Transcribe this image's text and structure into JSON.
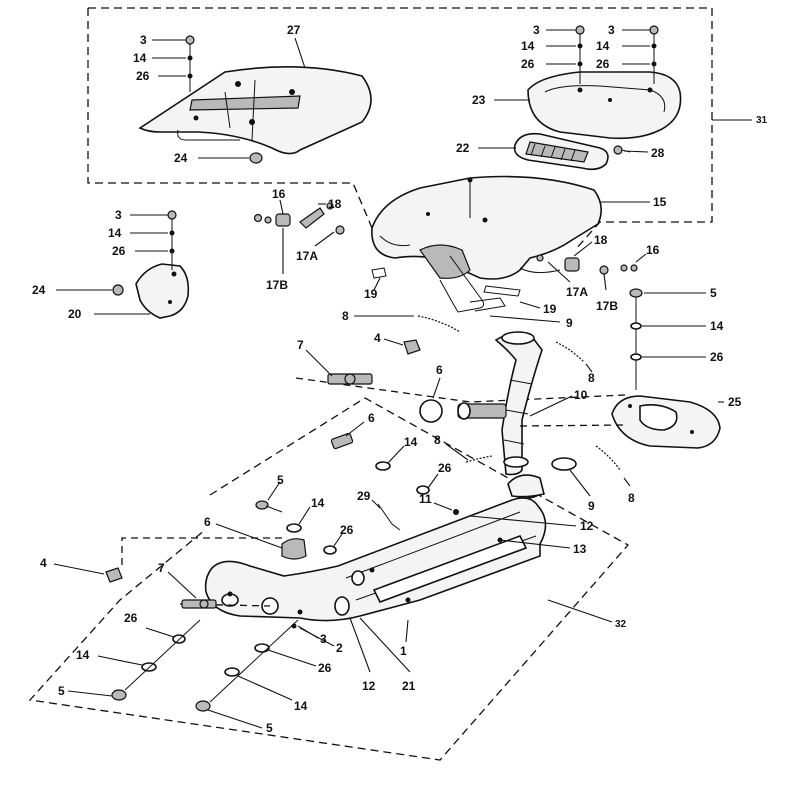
{
  "diagram": {
    "title": "Exhaust system exploded parts view",
    "groups": [
      {
        "id": "31",
        "label": "31"
      },
      {
        "id": "32",
        "label": "32"
      }
    ],
    "callouts": [
      {
        "key": "c27",
        "label": "27"
      },
      {
        "key": "c3a",
        "label": "3"
      },
      {
        "key": "c14a",
        "label": "14"
      },
      {
        "key": "c26a",
        "label": "26"
      },
      {
        "key": "c24a",
        "label": "24"
      },
      {
        "key": "c3b",
        "label": "3"
      },
      {
        "key": "c14b",
        "label": "14"
      },
      {
        "key": "c26b",
        "label": "26"
      },
      {
        "key": "c3c",
        "label": "3"
      },
      {
        "key": "c14c",
        "label": "14"
      },
      {
        "key": "c26c",
        "label": "26"
      },
      {
        "key": "c23",
        "label": "23"
      },
      {
        "key": "c22",
        "label": "22"
      },
      {
        "key": "c28",
        "label": "28"
      },
      {
        "key": "c15",
        "label": "15"
      },
      {
        "key": "c16a",
        "label": "16"
      },
      {
        "key": "c18a",
        "label": "18"
      },
      {
        "key": "c17Aa",
        "label": "17A"
      },
      {
        "key": "c17Ba",
        "label": "17B"
      },
      {
        "key": "c3d",
        "label": "3"
      },
      {
        "key": "c14d",
        "label": "14"
      },
      {
        "key": "c26d",
        "label": "26"
      },
      {
        "key": "c24b",
        "label": "24"
      },
      {
        "key": "c20",
        "label": "20"
      },
      {
        "key": "c19a",
        "label": "19"
      },
      {
        "key": "c18b",
        "label": "18"
      },
      {
        "key": "c16b",
        "label": "16"
      },
      {
        "key": "c17Ab",
        "label": "17A"
      },
      {
        "key": "c17Bb",
        "label": "17B"
      },
      {
        "key": "c19b",
        "label": "19"
      },
      {
        "key": "c9a",
        "label": "9"
      },
      {
        "key": "c5a",
        "label": "5"
      },
      {
        "key": "c14e",
        "label": "14"
      },
      {
        "key": "c26e",
        "label": "26"
      },
      {
        "key": "c8a",
        "label": "8"
      },
      {
        "key": "c4a",
        "label": "4"
      },
      {
        "key": "c7a",
        "label": "7"
      },
      {
        "key": "c6a",
        "label": "6"
      },
      {
        "key": "c8b",
        "label": "8"
      },
      {
        "key": "c10",
        "label": "10"
      },
      {
        "key": "c25",
        "label": "25"
      },
      {
        "key": "c6b",
        "label": "6"
      },
      {
        "key": "c14f",
        "label": "14"
      },
      {
        "key": "c8c",
        "label": "8"
      },
      {
        "key": "c26f",
        "label": "26"
      },
      {
        "key": "c5b",
        "label": "5"
      },
      {
        "key": "c14g",
        "label": "14"
      },
      {
        "key": "c29",
        "label": "29"
      },
      {
        "key": "c11",
        "label": "11"
      },
      {
        "key": "c9b",
        "label": "9"
      },
      {
        "key": "c8d",
        "label": "8"
      },
      {
        "key": "c6c",
        "label": "6"
      },
      {
        "key": "c26g",
        "label": "26"
      },
      {
        "key": "c12a",
        "label": "12"
      },
      {
        "key": "c13",
        "label": "13"
      },
      {
        "key": "c4b",
        "label": "4"
      },
      {
        "key": "c7b",
        "label": "7"
      },
      {
        "key": "c26h",
        "label": "26"
      },
      {
        "key": "c3e",
        "label": "3"
      },
      {
        "key": "c2",
        "label": "2"
      },
      {
        "key": "c14h",
        "label": "14"
      },
      {
        "key": "c26i",
        "label": "26"
      },
      {
        "key": "c1",
        "label": "1"
      },
      {
        "key": "c5c",
        "label": "5"
      },
      {
        "key": "c12b",
        "label": "12"
      },
      {
        "key": "c21",
        "label": "21"
      },
      {
        "key": "c14i",
        "label": "14"
      },
      {
        "key": "c5d",
        "label": "5"
      }
    ]
  }
}
